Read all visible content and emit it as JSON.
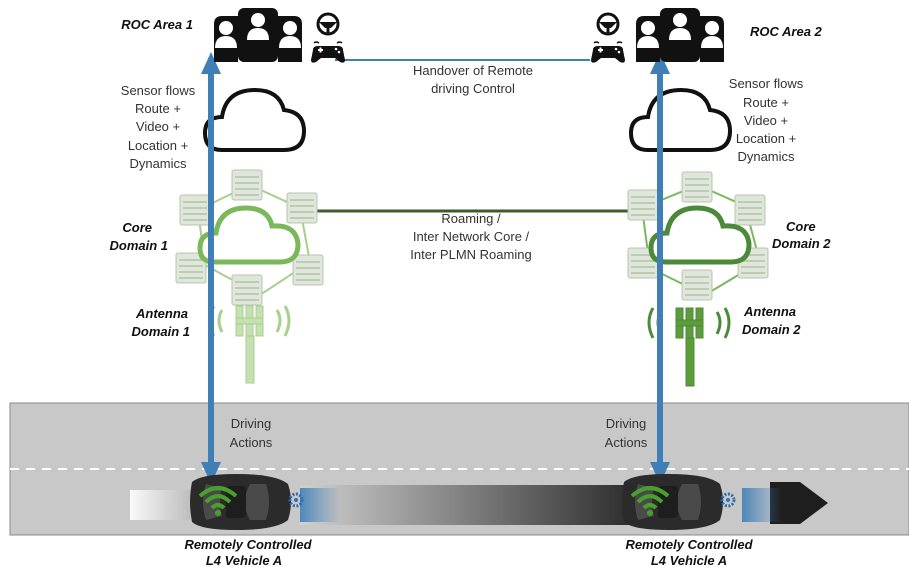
{
  "roc_left": {
    "title": "ROC Area 1"
  },
  "roc_right": {
    "title": "ROC Area 2"
  },
  "handover": {
    "line1": "Handover of Remote",
    "line2": "driving Control"
  },
  "sensor_left": {
    "lines": [
      "Sensor flows",
      "Route +",
      "Video +",
      "Location +",
      "Dynamics"
    ]
  },
  "sensor_right": {
    "lines": [
      "Sensor flows",
      "Route +",
      "Video +",
      "Location +",
      "Dynamics"
    ]
  },
  "core_left": {
    "line1": "Core",
    "line2": "Domain 1"
  },
  "core_right": {
    "line1": "Core",
    "line2": "Domain 2"
  },
  "roaming": {
    "lines": [
      "Roaming /",
      "Inter Network Core /",
      "Inter PLMN Roaming"
    ]
  },
  "antenna_left": {
    "line1": "Antenna",
    "line2": "Domain 1"
  },
  "antenna_right": {
    "line1": "Antenna",
    "line2": "Domain 2"
  },
  "driving_left": {
    "line1": "Driving",
    "line2": "Actions"
  },
  "driving_right": {
    "line1": "Driving",
    "line2": "Actions"
  },
  "vehicle_left": {
    "line1": "Remotely Controlled",
    "line2": "L4 Vehicle A"
  },
  "vehicle_right": {
    "line1": "Remotely Controlled",
    "line2": "L4 Vehicle A"
  },
  "colors": {
    "road": "#c8c8c8",
    "arrow_blue": "#3f7fb6",
    "network_green": "#4c8a3a",
    "faded_green": "#a7d08c",
    "server_gray": "#c9d2c4",
    "car_dark": "#2b2b2b",
    "wifi_green": "#4aa02c"
  }
}
